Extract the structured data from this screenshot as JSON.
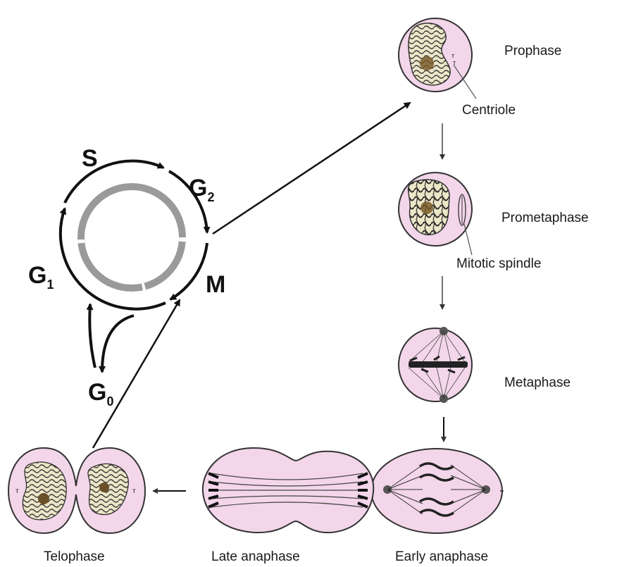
{
  "cycle": {
    "S": "S",
    "G2": "G",
    "G2_sub": "2",
    "M": "M",
    "G1": "G",
    "G1_sub": "1",
    "G0": "G",
    "G0_sub": "0"
  },
  "stages": {
    "prophase": "Prophase",
    "centriole": "Centriole",
    "prometaphase": "Prometaphase",
    "mitotic_spindle": "Mitotic spindle",
    "metaphase": "Metaphase",
    "early_anaphase": "Early anaphase",
    "late_anaphase": "Late anaphase",
    "telophase": "Telophase"
  },
  "colors": {
    "cell_fill": "#f3d6ea",
    "cell_stroke": "#333333",
    "nucleus_fill": "#ece6c8",
    "chromatin": "#3a3a3a",
    "ring_gray": "#9a9a9a"
  }
}
